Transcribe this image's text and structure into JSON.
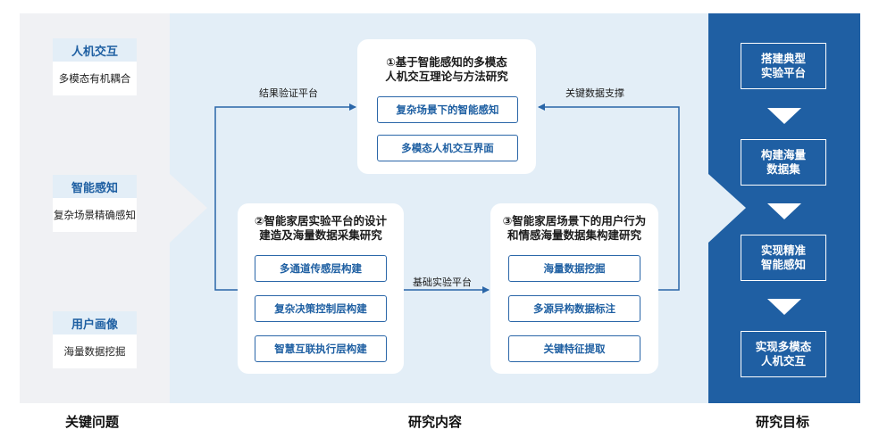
{
  "problems": {
    "items": [
      {
        "head": "人机交互",
        "body": "多模态有机耦合"
      },
      {
        "head": "智能感知",
        "body": "复杂场景精确感知"
      },
      {
        "head": "用户画像",
        "body": "海量数据挖掘"
      }
    ],
    "footer": "关键问题"
  },
  "content": {
    "box1": {
      "title_line1": "①基于智能感知的多模态",
      "title_line2": "人机交互理论与方法研究",
      "items": [
        "复杂场景下的智能感知",
        "多模态人机交互界面"
      ]
    },
    "box2": {
      "title_line1": "②智能家居实验平台的设计",
      "title_line2": "建造及海量数据采集研究",
      "items": [
        "多通道传感层构建",
        "复杂决策控制层构建",
        "智慧互联执行层构建"
      ]
    },
    "box3": {
      "title_line1": "③智能家居场景下的用户行为",
      "title_line2": "和情感海量数据集构建研究",
      "items": [
        "海量数据挖掘",
        "多源异构数据标注",
        "关键特征提取"
      ]
    },
    "edges": {
      "left": "结果验证平台",
      "right": "关键数据支撑",
      "bottom": "基础实验平台"
    },
    "footer": "研究内容"
  },
  "goals": {
    "items": [
      {
        "line1": "搭建典型",
        "line2": "实验平台"
      },
      {
        "line1": "构建海量",
        "line2": "数据集"
      },
      {
        "line1": "实现精准",
        "line2": "智能感知"
      },
      {
        "line1": "实现多模态",
        "line2": "人机交互"
      }
    ],
    "footer": "研究目标"
  },
  "colors": {
    "accent": "#1e5fa2",
    "goal_bg": "#1f5fa3",
    "content_bg": "#e3eef7",
    "problem_bg": "#f0f1f4"
  }
}
